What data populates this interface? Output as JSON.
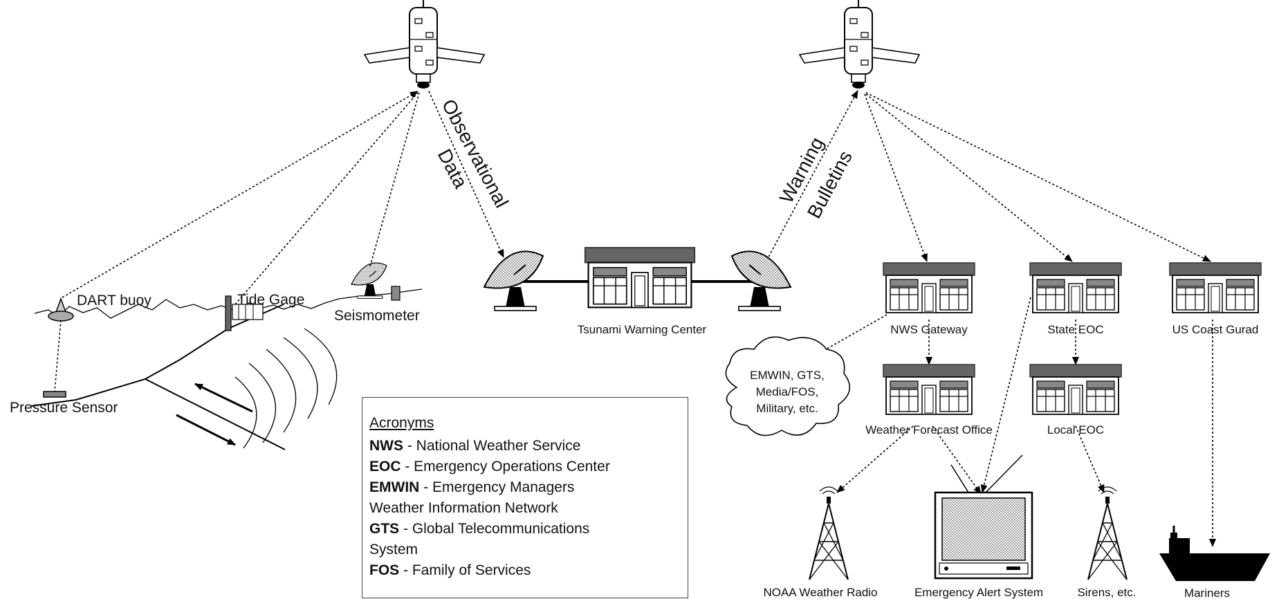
{
  "labels": {
    "dart_buoy": "DART buoy",
    "tide_gage": "Tide Gage",
    "seismometer": "Seismometer",
    "pressure_sensor": "Pressure Sensor",
    "observational": "Observational",
    "data": "Data",
    "warning": "Warning",
    "bulletins": "Bulletins",
    "tsunami_warning_center": "Tsunami Warning Center",
    "nws_gateway": "NWS Gateway",
    "state_eoc": "State EOC",
    "us_coast_guard": "US Coast Gurad",
    "weather_forecast_office": "Weather Forecast Office",
    "local_eoc": "Local EOC",
    "cloud_line1": "EMWIN, GTS,",
    "cloud_line2": "Media/FOS,",
    "cloud_line3": "Military, etc.",
    "noaa_weather_radio": "NOAA Weather Radio",
    "emergency_alert_system": "Emergency Alert System",
    "sirens": "Sirens, etc.",
    "mariners": "Mariners"
  },
  "acronyms": {
    "title": "Acronyms",
    "items": [
      {
        "abbr": "NWS",
        "text": " - National Weather Service"
      },
      {
        "abbr": "EOC",
        "text": " - Emergency Operations Center"
      },
      {
        "abbr": "EMWIN",
        "text": " - Emergency Managers"
      },
      {
        "abbr": "",
        "text": "Weather Information Network"
      },
      {
        "abbr": "GTS",
        "text": " - Global Telecommunications"
      },
      {
        "abbr": "",
        "text": "System"
      },
      {
        "abbr": "FOS",
        "text": " - Family of Services"
      }
    ]
  },
  "icons": [
    "satellite-icon",
    "satellite-dish-icon",
    "building-icon",
    "radio-tower-icon",
    "television-icon",
    "ship-icon",
    "cloud-icon",
    "buoy-icon",
    "seismometer-icon"
  ]
}
